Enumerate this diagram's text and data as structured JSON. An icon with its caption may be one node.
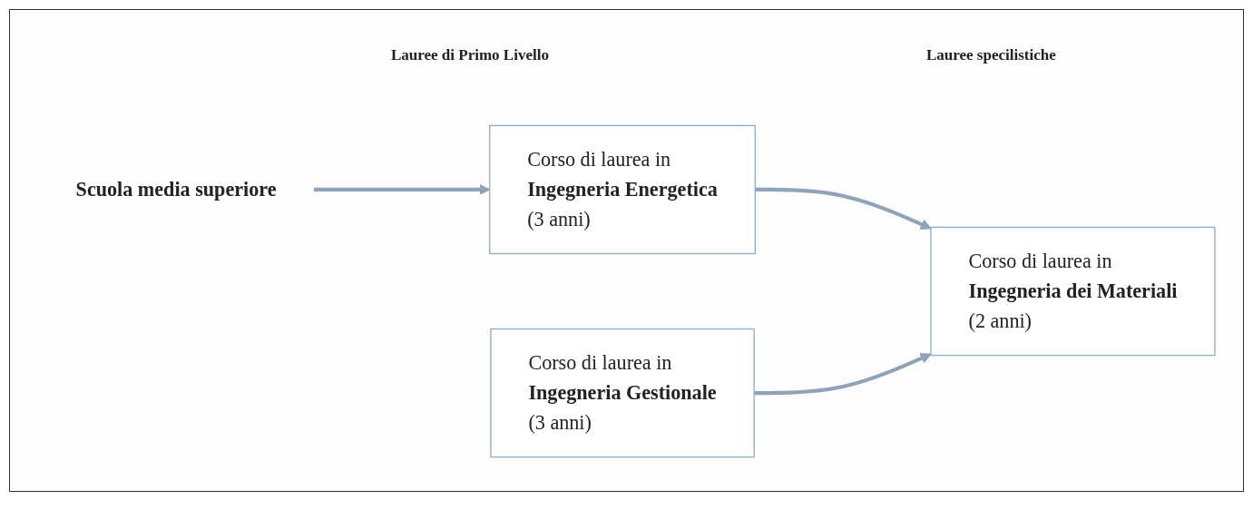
{
  "diagram": {
    "nodes": [
      {
        "text": [
          "Scuola media superiore"
        ]
      },
      {
        "text": [
          "Corso di laurea in",
          "Ingegneria Energetica",
          "(3 anni)"
        ]
      },
      {
        "text": [
          "Corso di laurea in",
          "Ingegneria Gestionale",
          "(3 anni)"
        ]
      },
      {
        "text": [
          "Corso di laurea in",
          "Ingegneria dei Materiali",
          "(2 anni)"
        ]
      }
    ],
    "edges": [
      {
        "from": 0,
        "to": 1,
        "arrow": "to"
      },
      {
        "from": 1,
        "to": 3,
        "arrow": "to"
      },
      {
        "from": 2,
        "to": 3,
        "arrow": "to"
      }
    ],
    "labels": [
      "Lauree di Primo Livello",
      "Lauree specilistiche"
    ]
  }
}
